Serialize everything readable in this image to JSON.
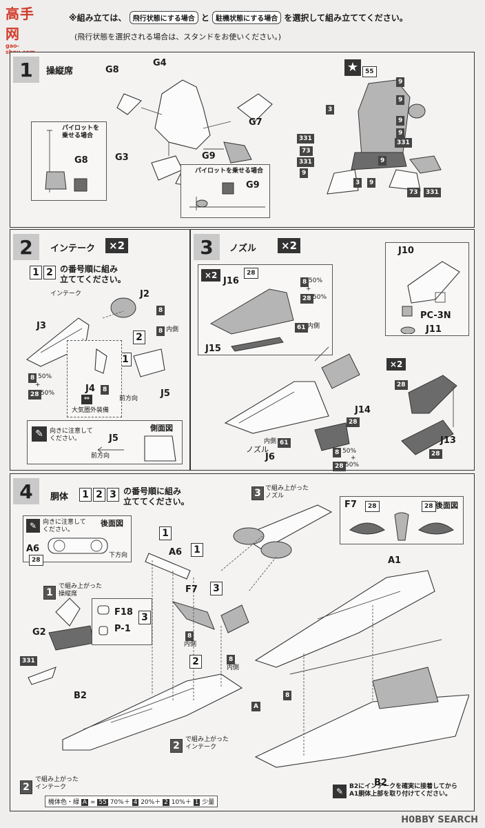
{
  "logo": {
    "glyph": "高手网",
    "domain": "gao-shou.com"
  },
  "header": {
    "line1_prefix": "※組み立ては、",
    "chip_flight": "飛行状態にする場合",
    "joiner": "と",
    "chip_parked": "駐機状態にする場合",
    "line1_suffix": "を選択して組み立ててください。",
    "line2": "(飛行状態を選択される場合は、スタンドをお使いください。)"
  },
  "step1": {
    "num": "1",
    "title": "操縦席",
    "parts": [
      "G8",
      "G4",
      "G7",
      "G3",
      "G9",
      "G8",
      "G9"
    ],
    "callout_pilot_seat": "パイロットを\n乗せる場合",
    "callout_pilot": "パイロットを乗せる場合",
    "paints": [
      "55",
      "9",
      "9",
      "3",
      "9",
      "9",
      "331",
      "331",
      "73",
      "331",
      "9",
      "3",
      "9",
      "9",
      "73",
      "331"
    ]
  },
  "step2": {
    "num": "2",
    "title": "インテーク",
    "mult": "×2",
    "order_boxes": [
      "1",
      "2"
    ],
    "order_text": "の番号順に組み\n立ててください。",
    "intake_label": "インテーク",
    "parts": {
      "j2": "J2",
      "j3": "J3",
      "j4": "J4",
      "j5": "J5"
    },
    "paint_j2": "8",
    "paint_j5": "8",
    "j5_inner": "内側",
    "mix_a": "8",
    "mix_a_pct": "50%",
    "plus": "+",
    "mix_b": "28",
    "mix_b_pct": "50%",
    "j4_paint": "8",
    "front_dir": "前方向",
    "atmo_equip": "大気圏外装備",
    "note_box": {
      "text": "向きに注意して\nください。",
      "side_view": "側面図",
      "part": "J5",
      "dir": "前方向"
    }
  },
  "step3": {
    "num": "3",
    "title": "ノズル",
    "mult": "×2",
    "inset_mult": "×2",
    "parts": {
      "j16": "J16",
      "j15": "J15",
      "j14": "J14",
      "j6": "J6",
      "j10": "J10",
      "pc3n": "PC-3N",
      "j11": "J11",
      "j13": "J13"
    },
    "paint_j16": "28",
    "mix_a": "8",
    "mix_a_pct": "50%",
    "plus": "+",
    "mix_b": "28",
    "mix_b_pct": "50%",
    "paint_61": "61",
    "inner": "内側",
    "nozzle_label": "ノズル",
    "j6_inner_paint": "61",
    "j6_inner": "内側",
    "j6_mix_a": "8",
    "j6_mix_a_pct": "50%",
    "j6_plus": "+",
    "j6_mix_b": "28",
    "j6_mix_b_pct": "50%",
    "paint_28": [
      "28",
      "28",
      "28"
    ],
    "inset2_mult": "×2"
  },
  "step4": {
    "num": "4",
    "title": "胴体",
    "order_boxes": [
      "1",
      "2",
      "3"
    ],
    "order_text": "の番号順に組み\n立ててください。",
    "callout_nozzle_num": "3",
    "callout_nozzle": "で組み上がった\nノズル",
    "callout_cockpit_num": "1",
    "callout_cockpit": "で組み上がった\n操縦席",
    "callout_intake_num": "2",
    "callout_intake": "で組み上がった\nインテーク",
    "callout_intake2_num": "2",
    "callout_intake2": "で組み上がった\nインテーク",
    "note_box": {
      "text": "向きに注意して\nください。",
      "rear_view": "後面図",
      "part": "A6",
      "paint": "28",
      "dir": "下方向"
    },
    "rear_box": {
      "part": "F7",
      "paint_l": "28",
      "paint_r": "28",
      "label": "後面図"
    },
    "parts": {
      "a6": "A6",
      "f7": "F7",
      "f18": "F18",
      "p1": "P-1",
      "g2": "G2",
      "b2": "B2",
      "a1": "A1",
      "a": "A",
      "b2b": "B2"
    },
    "step_marks": [
      "1",
      "1",
      "3",
      "2",
      "3",
      "2"
    ],
    "f7_paint": "8",
    "f7_inner": "内側",
    "f7_paint2": "8",
    "f7_inner2": "内側",
    "g2_paint": "331",
    "a1_paint": "8",
    "body_color": "機体色・緑",
    "mix_formula": [
      "A",
      "=",
      "55",
      "70%＋",
      "4",
      "20%＋",
      "2",
      "10%＋",
      "1",
      "少量"
    ],
    "bottom_note": "B2にインテークを確実に接着してから\nA1胴体上部を取り付けてください。"
  },
  "footer": {
    "brand": "H0BBY SEARCH"
  },
  "colors": {
    "panel_border": "#333333",
    "step_badge": "#c9c9c9",
    "logo_red": "#d13a2b"
  }
}
